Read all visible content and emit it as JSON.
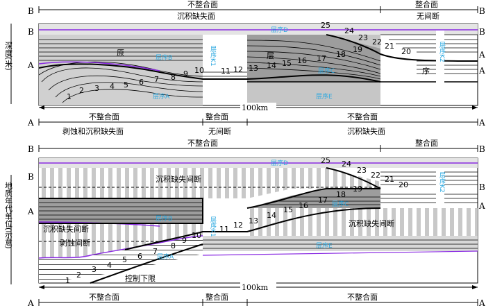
{
  "top": {
    "frame_left": "B",
    "frame_right": "B",
    "header_left": "不整合面",
    "header_right": "整合面",
    "sub_left": "沉积缺失面",
    "sub_right": "无间断",
    "axis_label": "深度(米)",
    "left_B": "B",
    "left_A": "A",
    "right_B": "B",
    "right_A": "A",
    "words": [
      "原",
      "层",
      "序"
    ],
    "seq": [
      "层序D",
      "层序B",
      "层序K1",
      "层序C",
      "层序A",
      "层序E",
      "层序K2"
    ],
    "numbers": [
      "1",
      "2",
      "3",
      "4",
      "5",
      "6",
      "7",
      "8",
      "9",
      "10",
      "11",
      "12",
      "13",
      "14",
      "15",
      "16",
      "17",
      "18",
      "19",
      "20",
      "21",
      "22",
      "23",
      "24",
      "25"
    ],
    "scale": "100km"
  },
  "middle": {
    "left_A": "A",
    "right_A": "A",
    "row1": [
      "不整合面",
      "整合面",
      "不整合面"
    ],
    "row2": [
      "剥蚀和沉积缺失面",
      "无间断",
      "沉积缺失面"
    ]
  },
  "bottom": {
    "frame_left": "B",
    "frame_right": "B",
    "header_left": "不整合面",
    "header_right": "整合面",
    "axis_label": "地质年代单位(示意)",
    "left_B": "B",
    "left_A": "A",
    "right_B": "B",
    "right_A": "A",
    "labels": [
      "沉积缺失间断",
      "沉积缺失间断",
      "剥蚀间断",
      "沉积缺失间断",
      "控制下限"
    ],
    "seq": [
      "层序D",
      "层序B",
      "层序K1",
      "层序C",
      "层序A",
      "层序E",
      "层序K2"
    ],
    "numbers": [
      "1",
      "2",
      "3",
      "4",
      "5",
      "6",
      "7",
      "8",
      "9",
      "10",
      "11",
      "12",
      "13",
      "14",
      "15",
      "16",
      "17",
      "18",
      "19",
      "20",
      "21",
      "22",
      "23",
      "24",
      "25"
    ],
    "scale": "100km",
    "footer": [
      "不整合面",
      "整合面",
      "不整合面"
    ],
    "footer_left": "A",
    "footer_right": "A"
  },
  "colors": {
    "sequence_label": "#2aa8e0",
    "purple_line": "#8a2be2",
    "gray": "#bdbdbd",
    "dark_gray": "#8f8f8f"
  }
}
